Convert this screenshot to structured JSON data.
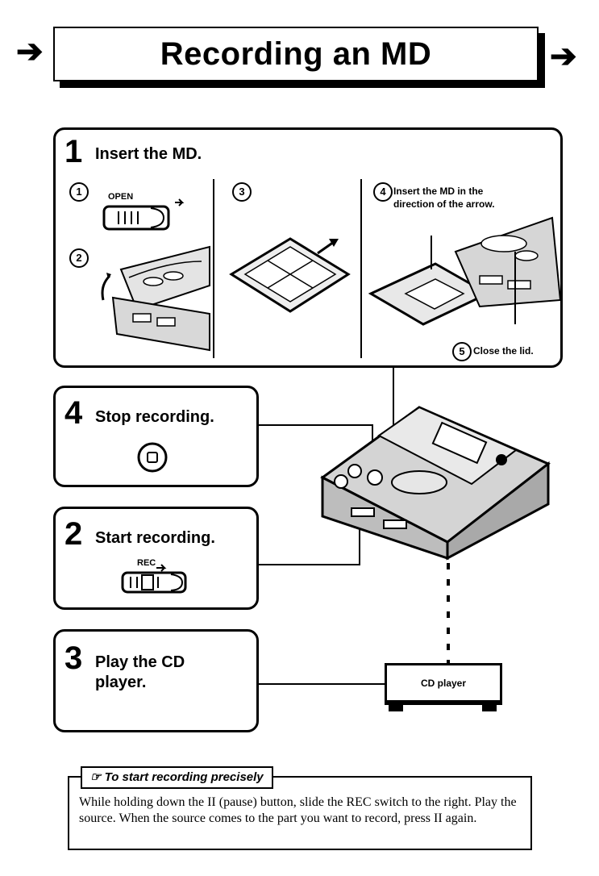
{
  "title": "Recording an MD",
  "step1": {
    "number": "1",
    "title": "Insert the MD.",
    "sub_numbers": [
      "1",
      "2",
      "3",
      "4",
      "5"
    ],
    "open_label": "OPEN",
    "insert_text_line1": "Insert the MD in the",
    "insert_text_line2": "direction of the arrow.",
    "close_text": "Close the lid."
  },
  "step4": {
    "number": "4",
    "title": "Stop recording."
  },
  "step2": {
    "number": "2",
    "title": "Start recording.",
    "rec_label": "REC"
  },
  "step3": {
    "number": "3",
    "title_line1": "Play the CD",
    "title_line2": "player."
  },
  "cd_player_label": "CD player",
  "tip": {
    "heading": "To start recording precisely",
    "text": "While holding down the II (pause) button, slide the REC switch to the right. Play the source. When the source comes to the part you want to record, press II again."
  }
}
